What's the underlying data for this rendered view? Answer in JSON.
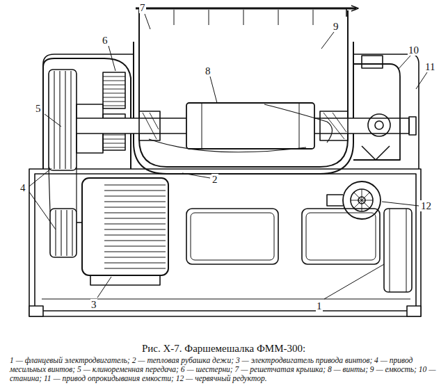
{
  "diagram": {
    "caption": "Рис. X-7. Фаршемешалка ФММ-300:",
    "labels": [
      "7",
      "9",
      "6",
      "8",
      "10",
      "5",
      "11",
      "4",
      "2",
      "12",
      "3",
      "1",
      "1 — фланцевый электродвигатель; 2 — тепловая рубашка дежи; 3 — электродвигатель привода винтов; 4 — привод месильных винтов; 5 — клиноременная передача; 6 — шестерни; 7 — решетчатая крышка; 8 — винты; 9 — емкость; 10 — станина; 11 — привод опрокидывания емкости; 12 — червячный редуктор."
    ]
  }
}
